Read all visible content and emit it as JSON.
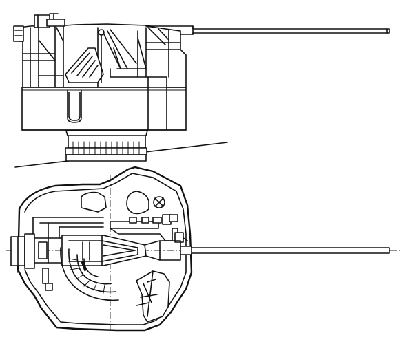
{
  "figure": {
    "subject": "turret-technical-drawing",
    "views": [
      "side-elevation",
      "top-plan"
    ],
    "colors": {
      "line": "#111111",
      "background": "#ffffff"
    }
  }
}
